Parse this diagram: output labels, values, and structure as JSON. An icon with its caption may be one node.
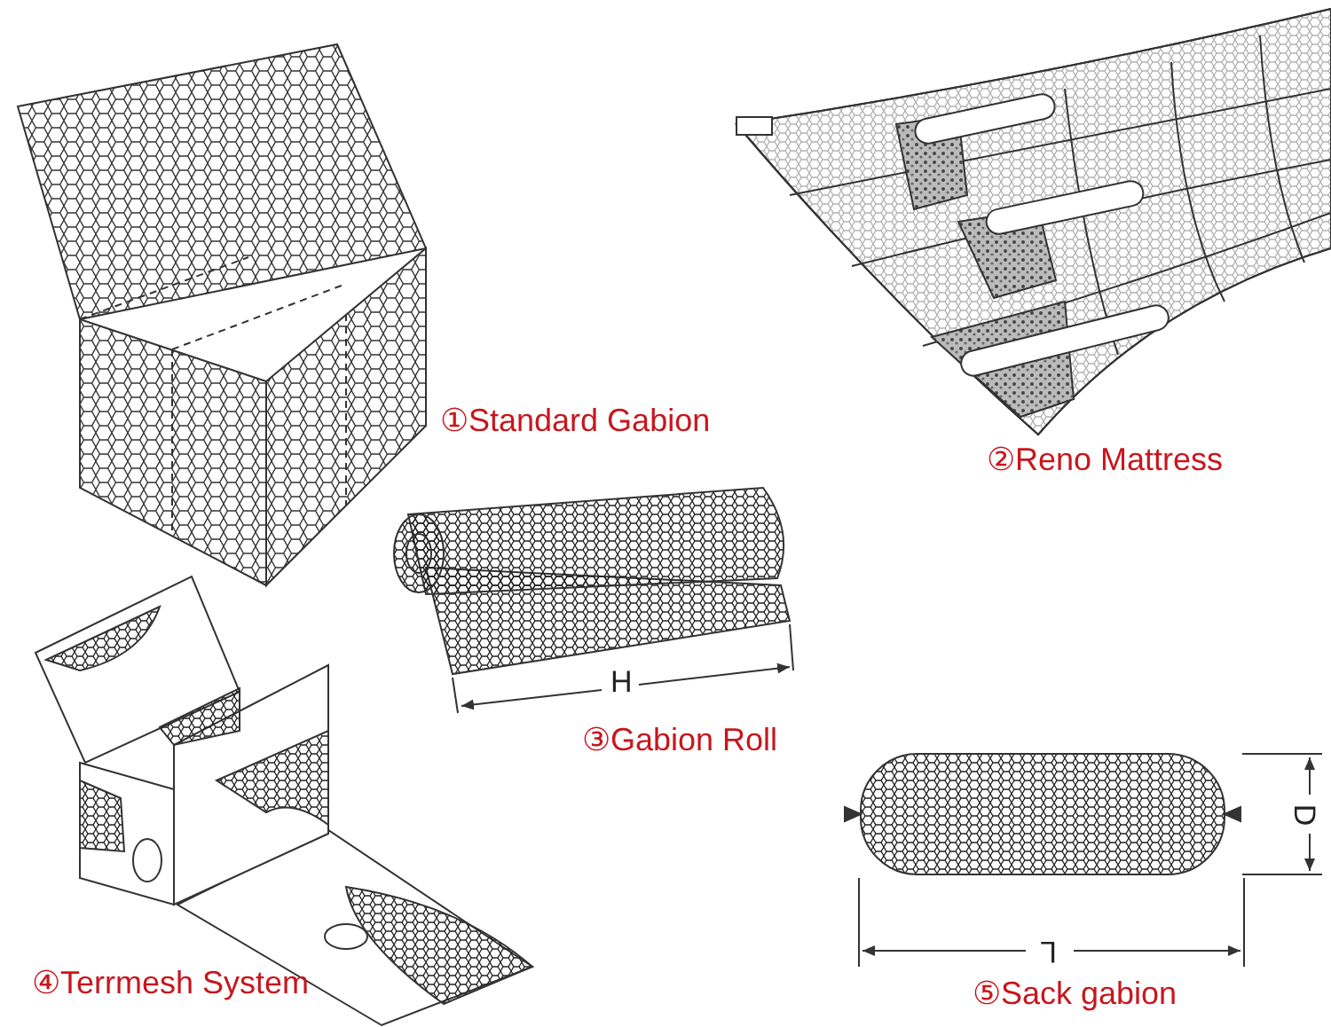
{
  "diagram": {
    "labels": [
      "①Standard Gabion",
      "②Reno Mattress",
      "H",
      "③Gabion Roll",
      "D",
      "L",
      "④Terrmesh System",
      "⑤Sack gabion"
    ]
  }
}
